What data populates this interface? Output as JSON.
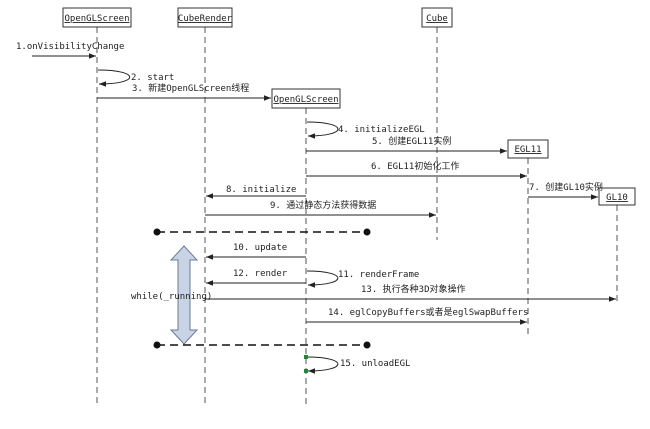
{
  "participants": [
    {
      "id": "p1",
      "label": "OpenGLScreen"
    },
    {
      "id": "p2",
      "label": "CubeRender"
    },
    {
      "id": "p3",
      "label": "Cube"
    },
    {
      "id": "p4",
      "label": "OpenGLScreen"
    },
    {
      "id": "p5",
      "label": "EGL11"
    },
    {
      "id": "p6",
      "label": "GL10"
    }
  ],
  "messages": [
    {
      "n": "1",
      "label": "1.onVisibilityChange"
    },
    {
      "n": "2",
      "label": "2. start"
    },
    {
      "n": "3",
      "label": "3. 新建OpenGLScreen线程"
    },
    {
      "n": "4",
      "label": "4. initializeEGL"
    },
    {
      "n": "5",
      "label": "5. 创建EGL11实例"
    },
    {
      "n": "6",
      "label": "6. EGL11初始化工作"
    },
    {
      "n": "7",
      "label": "7. 创建GL10实例"
    },
    {
      "n": "8",
      "label": "8. initialize"
    },
    {
      "n": "9",
      "label": "9. 通过静态方法获得数据"
    },
    {
      "n": "10",
      "label": "10. update"
    },
    {
      "n": "11",
      "label": "11. renderFrame"
    },
    {
      "n": "12",
      "label": "12. render"
    },
    {
      "n": "13",
      "label": "13. 执行各种3D对象操作"
    },
    {
      "n": "14",
      "label": "14. eglCopyBuffers或者是eglSwapBuffers"
    },
    {
      "n": "15",
      "label": "15. unloadEGL"
    }
  ],
  "loop": {
    "label": "while(_running)"
  }
}
